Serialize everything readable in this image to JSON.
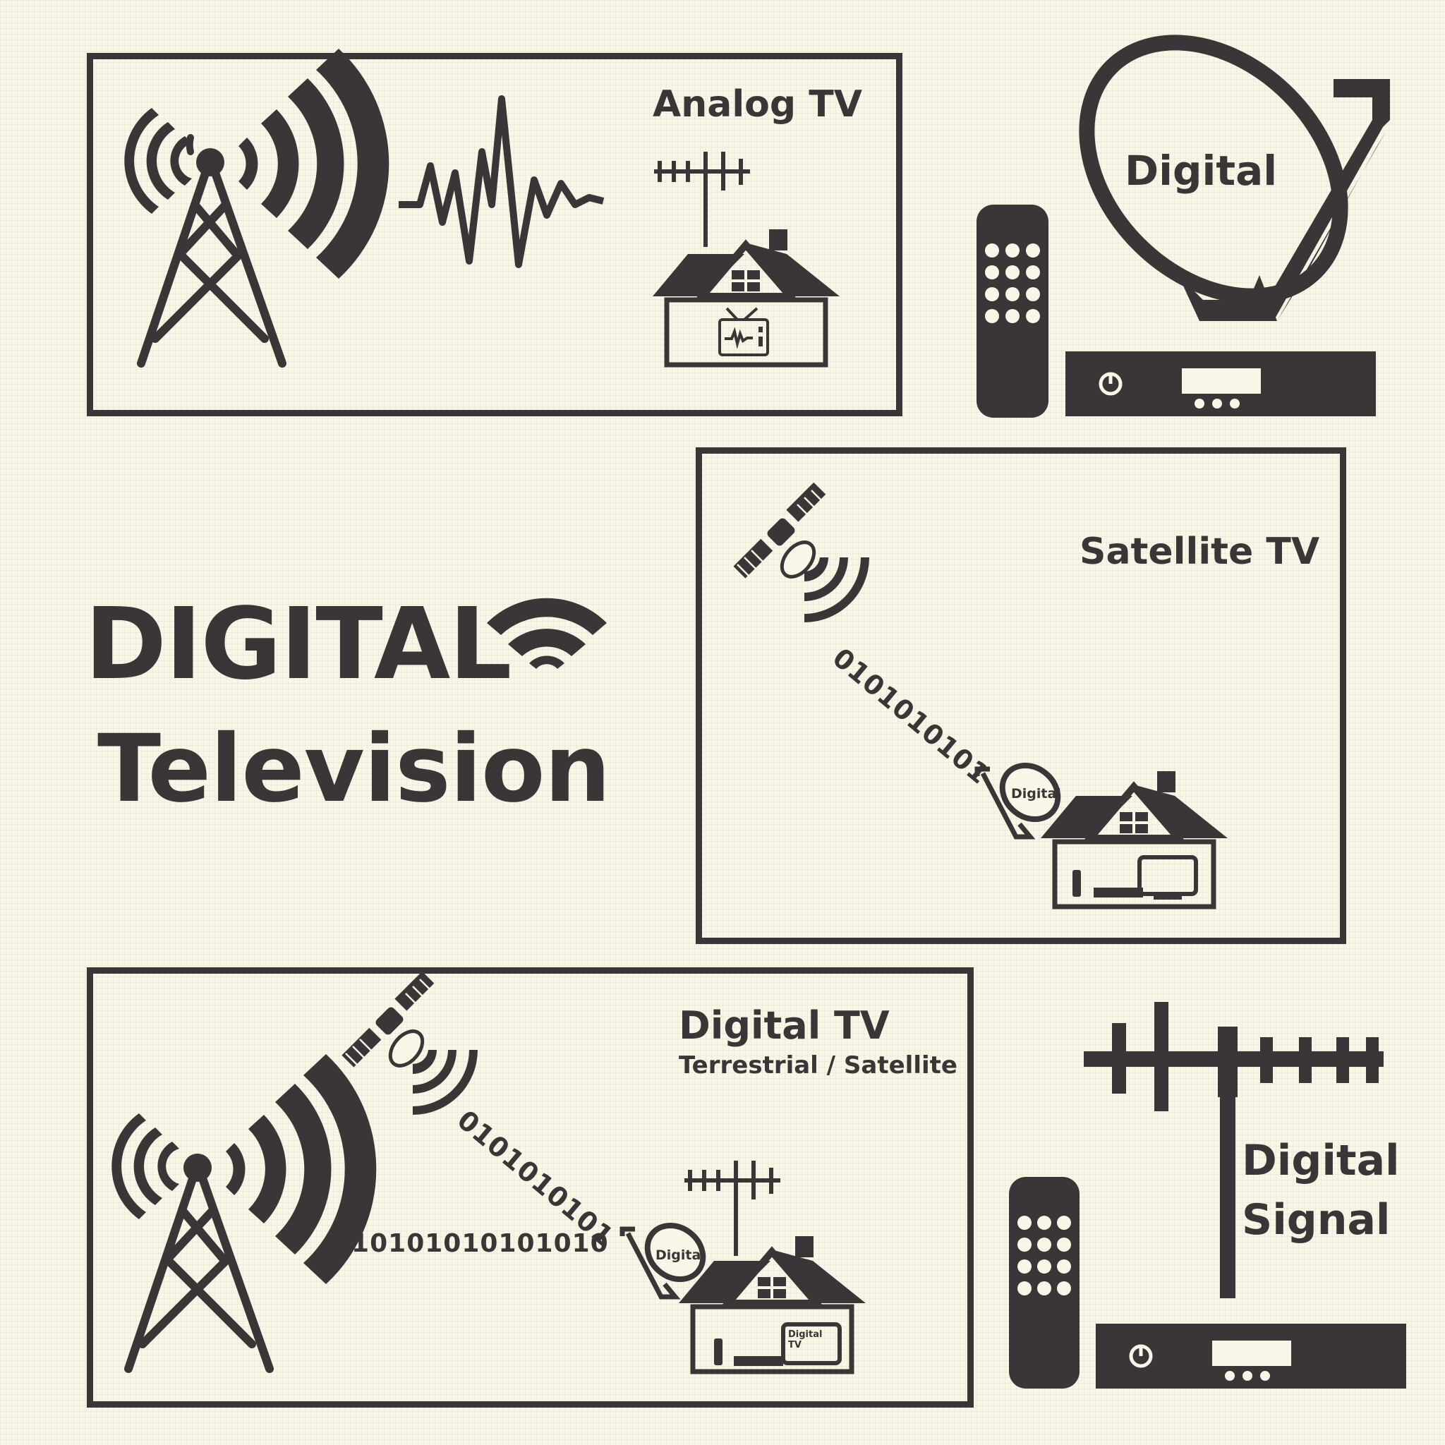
{
  "colors": {
    "ink": "#3a3536",
    "background": "#f8f6e6"
  },
  "headline": {
    "line1": "DIGITAL",
    "line2": "Television"
  },
  "analog_panel": {
    "title": "Analog TV"
  },
  "dish_top": {
    "label": "Digital"
  },
  "satellite_panel": {
    "title": "Satellite TV",
    "binary": "0101010101",
    "dish_label": "Digital"
  },
  "digital_panel": {
    "title": "Digital TV",
    "subtitle": "Terrestrial / Satellite",
    "binary_diagonal": "0101010101",
    "binary_horizontal": "010101010101010",
    "dish_label": "Digital",
    "tv_label_line1": "Digital",
    "tv_label_line2": "TV"
  },
  "digital_signal": {
    "line1": "Digital",
    "line2": "Signal"
  },
  "icons": [
    "tower-icon",
    "signal-wave-icon",
    "antenna-icon",
    "house-icon",
    "tv-icon",
    "satellite-icon",
    "dish-icon",
    "remote-icon",
    "set-top-box-icon",
    "power-icon",
    "wifi-icon"
  ]
}
